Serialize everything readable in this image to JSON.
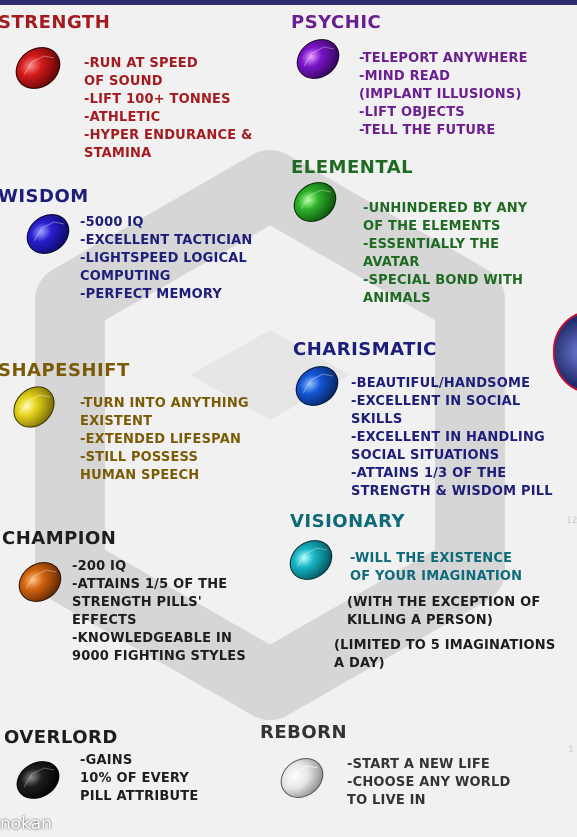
{
  "colors": {
    "red_text": "#a31a1f",
    "purple_text": "#6b1f8f",
    "green_text": "#1e6a22",
    "blue_text": "#1d1d7a",
    "gold_text": "#7a5a05",
    "brown_text": "#6b2d0c",
    "teal_text": "#0e6a7a",
    "black_text": "#1d1d1d",
    "grey_text": "#333333"
  },
  "watermark": "nokan",
  "sections": {
    "strength": {
      "title": "STRENGTH",
      "gem": "red-gem-icon",
      "lines": [
        "-RUN AT SPEED",
        "OF SOUND",
        "-LIFT 100+ TONNES",
        "-ATHLETIC",
        "-HYPER ENDURANCE &",
        "STAMINA"
      ]
    },
    "psychic": {
      "title": "PSYCHIC",
      "gem": "purple-gem-icon",
      "lines": [
        "-TELEPORT ANYWHERE",
        "-MIND READ",
        "(IMPLANT ILLUSIONS)",
        "-LIFT OBJECTS",
        "-TELL THE FUTURE"
      ]
    },
    "elemental": {
      "title": "ELEMENTAL",
      "gem": "green-gem-icon",
      "lines": [
        "-UNHINDERED BY ANY",
        "OF THE ELEMENTS",
        "-ESSENTIALLY THE",
        "AVATAR",
        "-SPECIAL BOND WITH",
        "ANIMALS"
      ]
    },
    "wisdom": {
      "title": "WISDOM",
      "gem": "blue-gem-icon",
      "lines": [
        "-5000 IQ",
        "-EXCELLENT TACTICIAN",
        "-LIGHTSPEED LOGICAL",
        "COMPUTING",
        "-PERFECT MEMORY"
      ]
    },
    "charismatic": {
      "title": "CHARISMATIC",
      "gem": "royal-blue-gem-icon",
      "lines": [
        "-BEAUTIFUL/HANDSOME",
        "-EXCELLENT IN SOCIAL",
        "SKILLS",
        "-EXCELLENT IN HANDLING",
        "SOCIAL SITUATIONS",
        "-ATTAINS 1/3 OF THE",
        "STRENGTH & WISDOM PILL"
      ]
    },
    "shapeshift": {
      "title": "SHAPESHIFT",
      "gem": "yellow-gem-icon",
      "lines": [
        "-TURN INTO ANYTHING",
        "EXISTENT",
        "-EXTENDED LIFESPAN",
        "-STILL POSSESS",
        "HUMAN SPEECH"
      ]
    },
    "visionary": {
      "title": "VISIONARY",
      "gem": "teal-gem-icon",
      "lines": [
        "-WILL THE EXISTENCE",
        "OF YOUR IMAGINATION",
        "(WITH THE EXCEPTION OF",
        "KILLING A PERSON)",
        "(LIMITED TO 5 IMAGINATIONS",
        "A DAY)"
      ]
    },
    "champion": {
      "title": "CHAMPION",
      "gem": "orange-gem-icon",
      "lines": [
        "-200 IQ",
        "-ATTAINS 1/5 OF THE",
        "STRENGTH PILLS'",
        "EFFECTS",
        "-KNOWLEDGEABLE IN",
        "9000 FIGHTING STYLES"
      ]
    },
    "overlord": {
      "title": "OVERLORD",
      "gem": "black-gem-icon",
      "lines": [
        "-GAINS",
        "10% OF EVERY",
        "PILL ATTRIBUTE"
      ]
    },
    "reborn": {
      "title": "REBORN",
      "gem": "white-gem-icon",
      "lines": [
        "-START A NEW LIFE",
        "-CHOOSE ANY WORLD",
        "TO LIVE IN"
      ]
    }
  }
}
